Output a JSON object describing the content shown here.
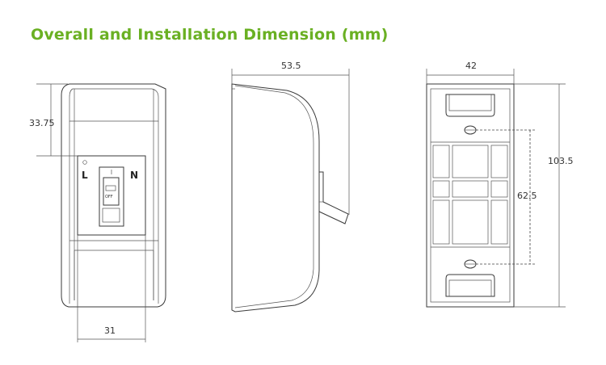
{
  "title": "Overall and Installation Dimension (mm)",
  "colors": {
    "title": "#6ab023",
    "line": "#3a3a3a"
  },
  "front_view": {
    "height_to_switch": "33.75",
    "width": "31",
    "label_left": "L",
    "label_right": "N",
    "switch_text": "OFF"
  },
  "side_view": {
    "depth": "53.5"
  },
  "back_view": {
    "width": "42",
    "height": "103.5",
    "hole_spacing": "62.5"
  }
}
